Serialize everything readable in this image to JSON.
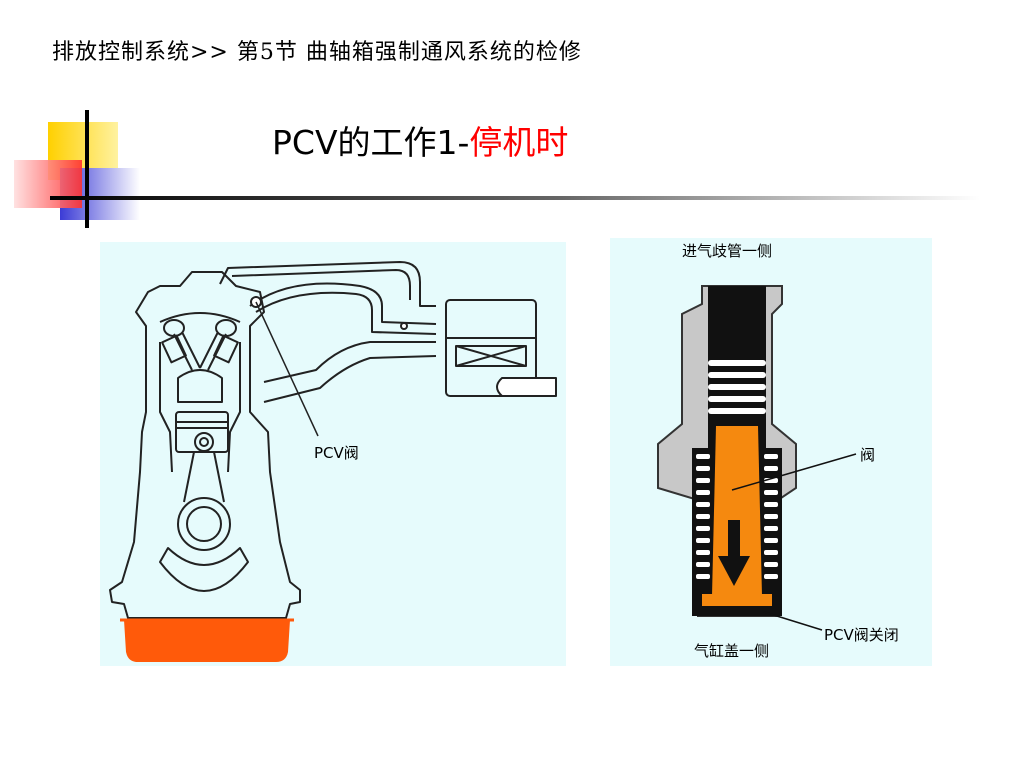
{
  "header": {
    "breadcrumb": "排放控制系统>> 第5节 曲轴箱强制通风系统的检修"
  },
  "slide": {
    "title_black": "PCV的工作1-",
    "title_red": "停机时"
  },
  "engine_diagram": {
    "pcv_label": "PCV阀"
  },
  "valve_diagram": {
    "top_label": "进气歧管一侧",
    "valve_label": "阀",
    "closed_label": "PCV阀关闭",
    "bottom_label": "气缸盖一侧"
  },
  "colors": {
    "panel_bg": "#e6fbfc",
    "oil": "#ff5a0a",
    "valve": "#f5890f",
    "title_accent": "#ff0000"
  }
}
